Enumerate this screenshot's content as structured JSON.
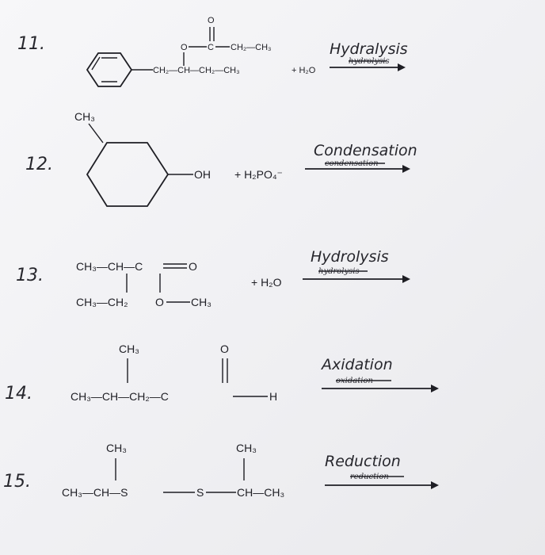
{
  "problems": [
    {
      "number": "11.",
      "groups": {
        "o_top": "O",
        "o_ester": "O",
        "c_carbonyl": "C",
        "ethyl": "CH₂—CH₃",
        "chain": "CH₂—CH—CH₂—CH₃",
        "reagent": "+ H₂O"
      },
      "handwritten": "Hydralysis",
      "printed": "hydrolysis"
    },
    {
      "number": "12.",
      "groups": {
        "methyl": "CH₃",
        "oh": "OH",
        "reagent": "+ H₂PO₄⁻"
      },
      "handwritten": "Condensation",
      "printed": "condensation"
    },
    {
      "number": "13.",
      "groups": {
        "top_left": "CH₃—CH—C",
        "o_double": "O",
        "bottom_left": "CH₃—CH₂",
        "o_methoxy": "O",
        "methoxy_ch3": "CH₃",
        "reagent": "+ H₂O"
      },
      "handwritten": "Hydrolysis",
      "printed": "hydrolysis"
    },
    {
      "number": "14.",
      "groups": {
        "methyl": "CH₃",
        "o_top": "O",
        "chain": "CH₃—CH—CH₂—C",
        "h": "H"
      },
      "handwritten": "Axidation",
      "printed": "oxidation"
    },
    {
      "number": "15.",
      "groups": {
        "methyl_left": "CH₃",
        "methyl_right": "CH₃",
        "left": "CH₃—CH—S",
        "right_s": "S",
        "right": "CH—CH₃"
      },
      "handwritten": "Reduction",
      "printed": "reduction"
    }
  ]
}
